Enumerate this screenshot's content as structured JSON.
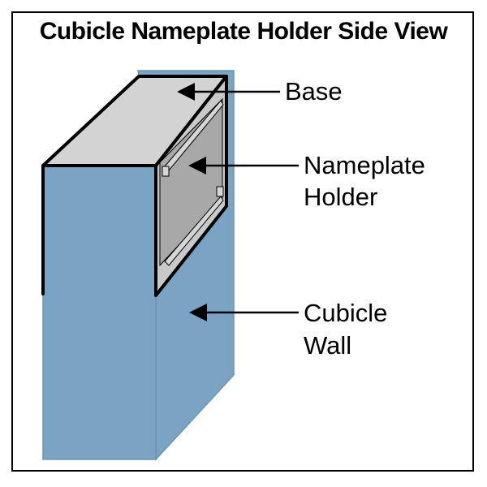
{
  "title": "Cubicle Nameplate Holder Side View",
  "labels": {
    "base": "Base",
    "nameplate_line1": "Nameplate",
    "nameplate_line2": "Holder",
    "wall_line1": "Cubicle",
    "wall_line2": "Wall"
  },
  "colors": {
    "wall": "#7ba4c4",
    "wall_outline": "#6d94b2",
    "base_top": "#d3d3d3",
    "base_side": "#c9c9c9",
    "holder_face": "#a8a8a8",
    "rail": "#d6d6d6",
    "outline": "#000000"
  }
}
